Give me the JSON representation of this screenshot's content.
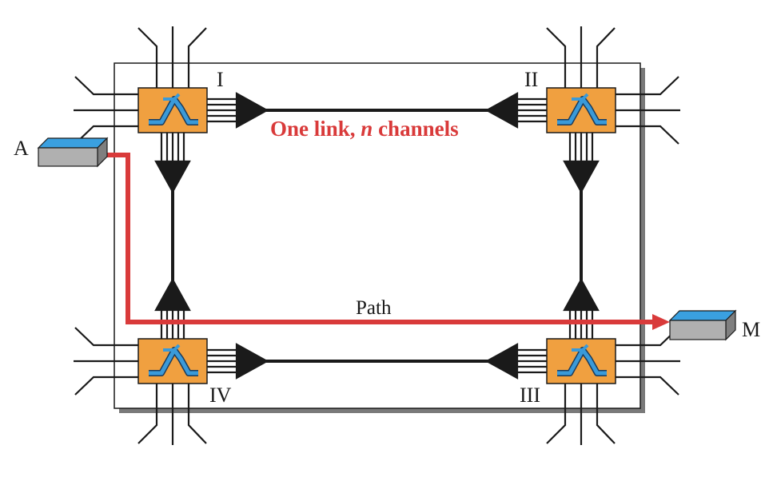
{
  "colors": {
    "switch_fill": "#f0a040",
    "switch_icon": "#3a9ad9",
    "path": "#d93a3a",
    "device_top": "#3aa0e0",
    "device_body": "#b0b0b0",
    "line": "#1a1a1a"
  },
  "switches": [
    {
      "id": "I",
      "label": "I"
    },
    {
      "id": "II",
      "label": "II"
    },
    {
      "id": "III",
      "label": "III"
    },
    {
      "id": "IV",
      "label": "IV"
    }
  ],
  "devices": [
    {
      "id": "A",
      "label": "A"
    },
    {
      "id": "M",
      "label": "M"
    }
  ],
  "link_label": {
    "prefix": "One link, ",
    "n": "n",
    "suffix": " channels"
  },
  "path_label": "Path"
}
